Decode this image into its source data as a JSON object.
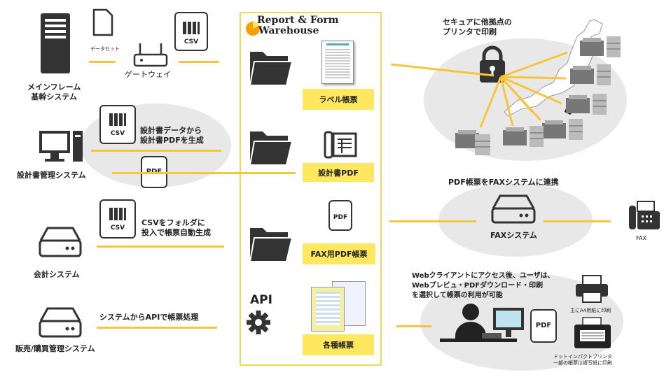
{
  "warehouse": {
    "title_line1": "Report & Form",
    "title_line2": "Warehouse",
    "boxes": [
      "ラベル帳票",
      "設計書PDF",
      "FAX用PDF帳票",
      "各種帳票"
    ],
    "api_label": "API"
  },
  "left": {
    "mainframe_label": "メインフレーム\n基幹システム",
    "dataset_label": "データセット",
    "gateway_label": "ゲートウェイ",
    "design_mgmt_label": "設計書管理システム",
    "design_note": "設計書データから\n設計書PDFを生成",
    "accounting_label": "会計システム",
    "csv_note": "CSVをフォルダに\n投入で帳票自動生成",
    "sales_label": "販売/購買管理システム",
    "api_note": "システムからAPIで帳票処理",
    "csv_icon": "CSV",
    "pdf_icon": "PDF"
  },
  "right": {
    "secure_print": "セキュアに他拠点の\nプリンタで印刷",
    "fax_link": "PDF帳票をFAXシステムに連携",
    "fax_system": "FAXシステム",
    "fax": "FAX",
    "web_note": "Webクライアントにアクセス後、ユーザは、\nWebプレビュ・PDFダウンロード・印刷\nを選択して帳票の利用が可能",
    "a4_note": "主にA4用紙に印刷",
    "dot_note": "ドットインパクトプリンタ\n一部の帳票は複写紙に印刷",
    "pdf_icon": "PDF"
  },
  "colors": {
    "accent": "#F5C63A",
    "box": "#FFE860",
    "bubble": "#e8e8e8",
    "dark": "#333333"
  }
}
